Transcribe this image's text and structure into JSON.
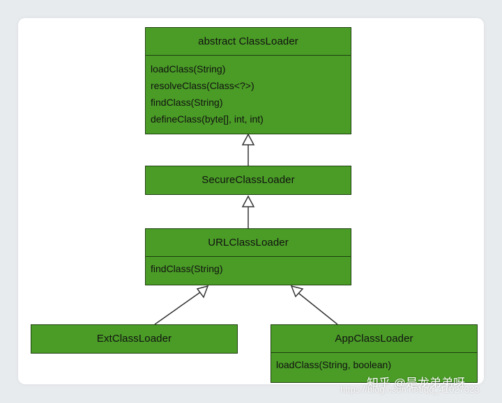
{
  "colors": {
    "box_fill": "#4a9c26",
    "box_border": "#1d3f10",
    "card_background": "#ffffff",
    "page_background": "#e8ebee"
  },
  "classes": {
    "classloader": {
      "name": "abstract ClassLoader",
      "methods": [
        "loadClass(String)",
        "resolveClass(Class<?>)",
        "findClass(String)",
        "defineClass(byte[], int, int)"
      ]
    },
    "secure": {
      "name": "SecureClassLoader"
    },
    "url": {
      "name": "URLClassLoader",
      "methods": [
        "findClass(String)"
      ]
    },
    "ext": {
      "name": "ExtClassLoader"
    },
    "app": {
      "name": "AppClassLoader",
      "methods": [
        "loadClass(String, boolean)"
      ]
    }
  },
  "relations": [
    {
      "from": "SecureClassLoader",
      "to": "abstract ClassLoader",
      "type": "inheritance"
    },
    {
      "from": "URLClassLoader",
      "to": "SecureClassLoader",
      "type": "inheritance"
    },
    {
      "from": "ExtClassLoader",
      "to": "URLClassLoader",
      "type": "inheritance"
    },
    {
      "from": "AppClassLoader",
      "to": "URLClassLoader",
      "type": "inheritance"
    }
  ],
  "watermark": {
    "text": "知乎 @是龙弟弟呀",
    "url": "https://blog.csdn.net/qq_41027323"
  }
}
